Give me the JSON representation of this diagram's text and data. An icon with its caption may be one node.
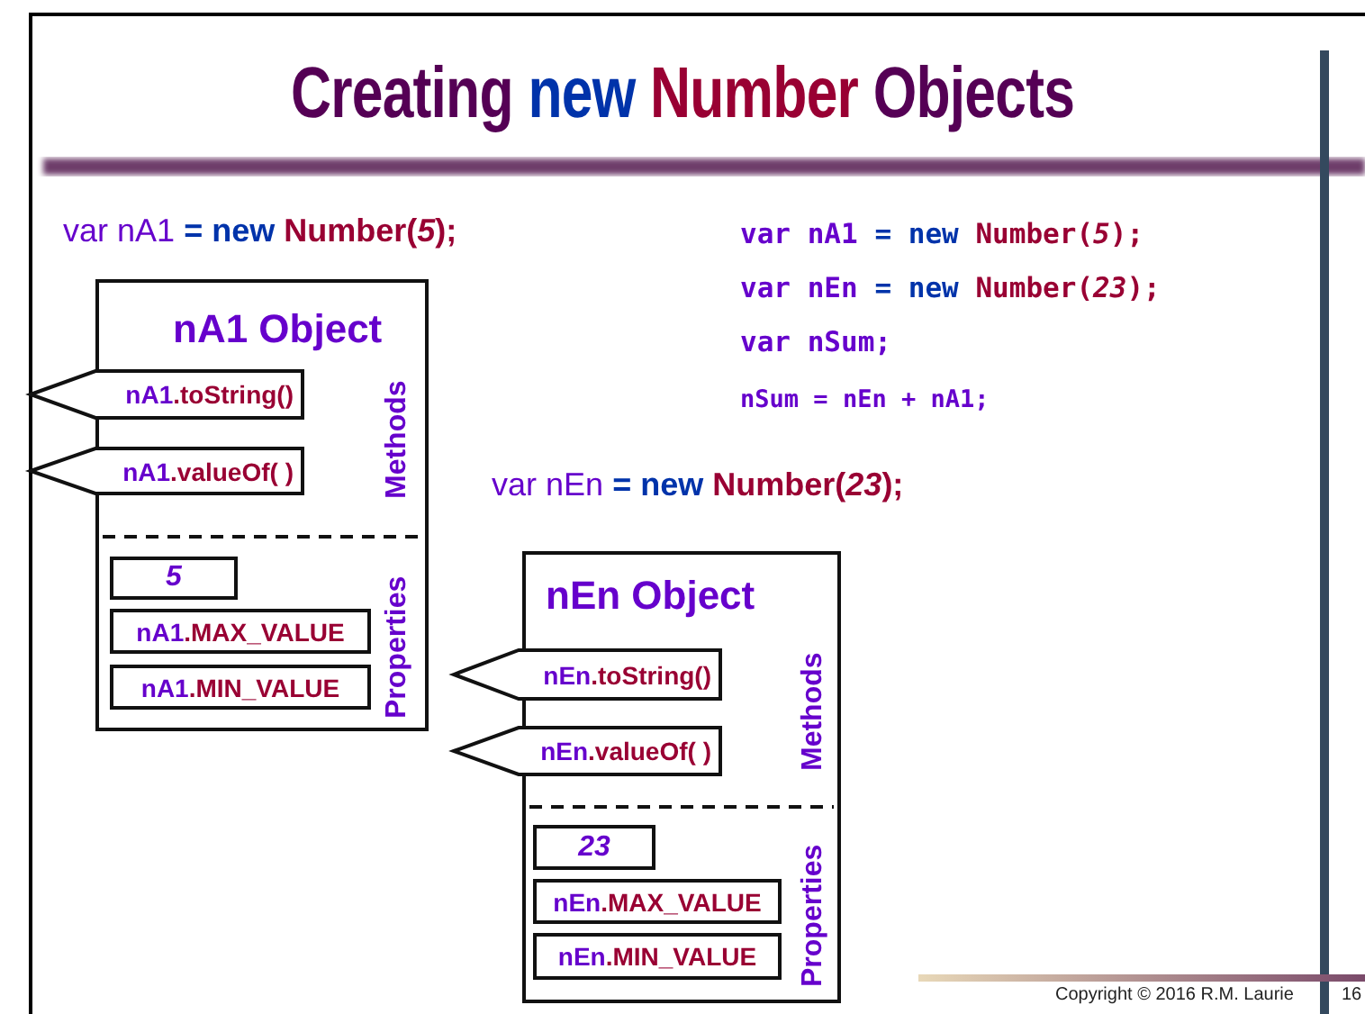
{
  "diagram": {
    "title": "Creating new Number Objects",
    "nodes": [
      {
        "text": [
          "nA1 Object",
          "Methods",
          "Properties"
        ]
      },
      {
        "text": [
          "nA1.toString()"
        ]
      },
      {
        "text": [
          "nA1.valueOf( )"
        ]
      },
      {
        "text": [
          "5"
        ],
        "in": 0
      },
      {
        "text": [
          "nA1.MAX_VALUE"
        ],
        "in": 0
      },
      {
        "text": [
          "nA1.MIN_VALUE"
        ],
        "in": 0
      },
      {
        "text": [
          "nEn Object",
          "Methods",
          "Properties"
        ]
      },
      {
        "text": [
          "nEn.toString()"
        ]
      },
      {
        "text": [
          "nEn.valueOf( )"
        ]
      },
      {
        "text": [
          "23"
        ],
        "in": 6
      },
      {
        "text": [
          "nEn.MAX_VALUE"
        ],
        "in": 6
      },
      {
        "text": [
          "nEn.MIN_VALUE"
        ],
        "in": 6
      }
    ],
    "labels": [
      "var nA1 = new Number(*5*);",
      "var nA1 = new Number(*5*);",
      "var nEn = new Number(*23*);",
      "var nSum;",
      "nSum = nEn + nA1;",
      "var nEn = new Number(*23*);",
      "Copyright © 2016 R.M. Laurie",
      "16"
    ]
  }
}
